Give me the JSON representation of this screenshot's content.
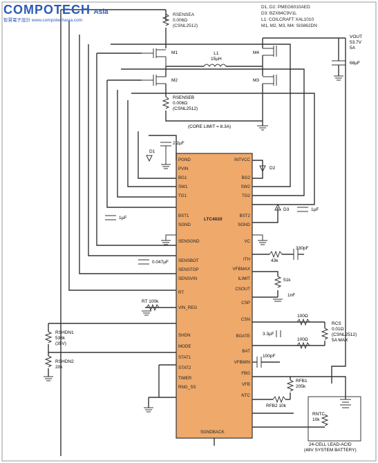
{
  "watermark": {
    "brand": "COMPOTECH",
    "suffix": "Asia",
    "sub": "智慧電子設計 www.compotechasia.com"
  },
  "notes": [
    "D1, D2: PMEG6010AED",
    "D3: BZX84C9V1L",
    "L1: COILCRAFT XAL1010",
    "M1, M2, M3, M4: SiS862DN"
  ],
  "ic": {
    "name": "LTC4020",
    "left_pins": [
      "PGND",
      "PVIN",
      "BG1",
      "SW1",
      "TG1",
      "BST1",
      "SGND",
      "SENSGND",
      "SENSBOT",
      "SENSTOP",
      "SENSVIN",
      "RT",
      "VIN_REG",
      "SHDN",
      "MODE",
      "STAT1",
      "STAT2",
      "TIMER",
      "RNG_SS"
    ],
    "right_pins": [
      "INTVCC",
      "BG2",
      "SW2",
      "TG2",
      "BST2",
      "SGND",
      "VC",
      "ITH",
      "VFBMAX",
      "ILIMIT",
      "CSOUT",
      "CSP",
      "CSN",
      "BGATE",
      "BAT",
      "VFBMIN",
      "FBG",
      "VFB",
      "NTC"
    ],
    "bottom_label": "SGNDBACK"
  },
  "components": {
    "rsense_a": [
      "RSENSEA",
      "0.006Ω",
      "(CSNL2512)"
    ],
    "rsense_b": [
      "RSENSEB",
      "0.006Ω",
      "(CSNL2512)"
    ],
    "m1": "M1",
    "m2": "M2",
    "m3": "M3",
    "m4": "M4",
    "l1": [
      "L1",
      "15µH"
    ],
    "vout": [
      "VOUT",
      "53.7V",
      "5A"
    ],
    "cout": "68µF",
    "core_limit": "(CORE LIMIT = 8.3A)",
    "c_2p2": "2.2µF",
    "d1": "D1",
    "d2": "D2",
    "d3": "D3",
    "c_1uf_left": "1µF",
    "c_1uf_right": "1µF",
    "c_047": "0.047µF",
    "r_43k": "43k",
    "c_330p": "330pF",
    "r_51k": "51k",
    "c_1nf": "1nF",
    "rt": [
      "RT",
      "100k"
    ],
    "r_100a": "100Ω",
    "r_100b": "100Ω",
    "c_3p3": "3.3µF",
    "rcs": [
      "RCS",
      "0.01Ω",
      "(CSNL2512)",
      "5A MAX"
    ],
    "rshdn1": [
      "RSHDN1",
      "536k",
      "(35V)"
    ],
    "rshdn2": [
      "RSHDN2",
      "20k"
    ],
    "c_100p": "100pF",
    "rfb1": [
      "RFB1",
      "205k"
    ],
    "rfb2": [
      "RFB2",
      "10k"
    ],
    "rntc": [
      "RNTC",
      "10k"
    ],
    "battery": [
      "24-CELL LEAD-ACID",
      "(48V SYSTEM BATTERY)"
    ]
  }
}
